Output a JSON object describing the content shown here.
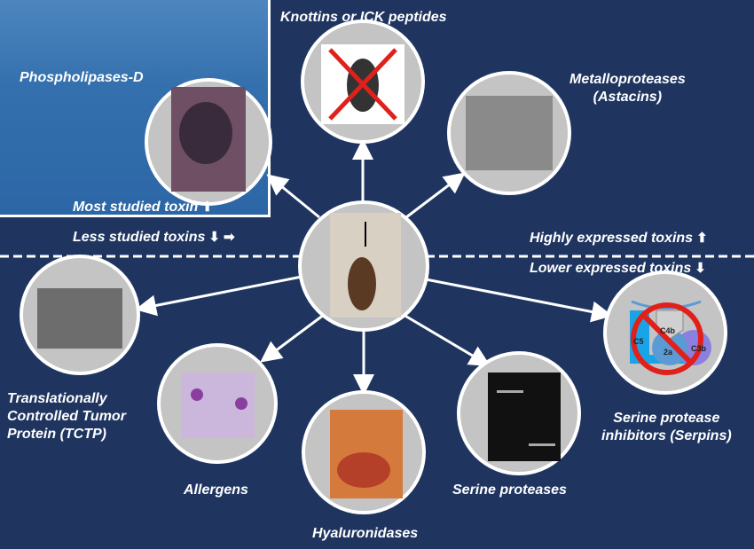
{
  "center": {
    "name": "spider-photo"
  },
  "nodes": {
    "phospholipases": "Phospholipases-D",
    "knottins": "Knottins or ICK peptides",
    "metalloproteases_1": "Metalloproteases",
    "metalloproteases_2": "(Astacins)",
    "tctp_1": "Translationally",
    "tctp_2": "Controlled Tumor",
    "tctp_3": "Protein (TCTP)",
    "allergens": "Allergens",
    "hyaluronidases": "Hyaluronidases",
    "serine_proteases": "Serine proteases",
    "serpins_1": "Serine protease",
    "serpins_2": "inhibitors (Serpins)"
  },
  "legend": {
    "most_studied": "Most studied toxin",
    "less_studied": "Less studied toxins",
    "highly_expressed": "Highly expressed toxins",
    "lower_expressed": "Lower expressed toxins"
  },
  "complement_labels": {
    "c4b": "C4b",
    "c5": "C5",
    "c2a": "2a",
    "c3b": "C3b"
  },
  "colors": {
    "background": "#1f3560",
    "highlight_box": "#2e6aa8",
    "circle": "#c8c8c8"
  }
}
